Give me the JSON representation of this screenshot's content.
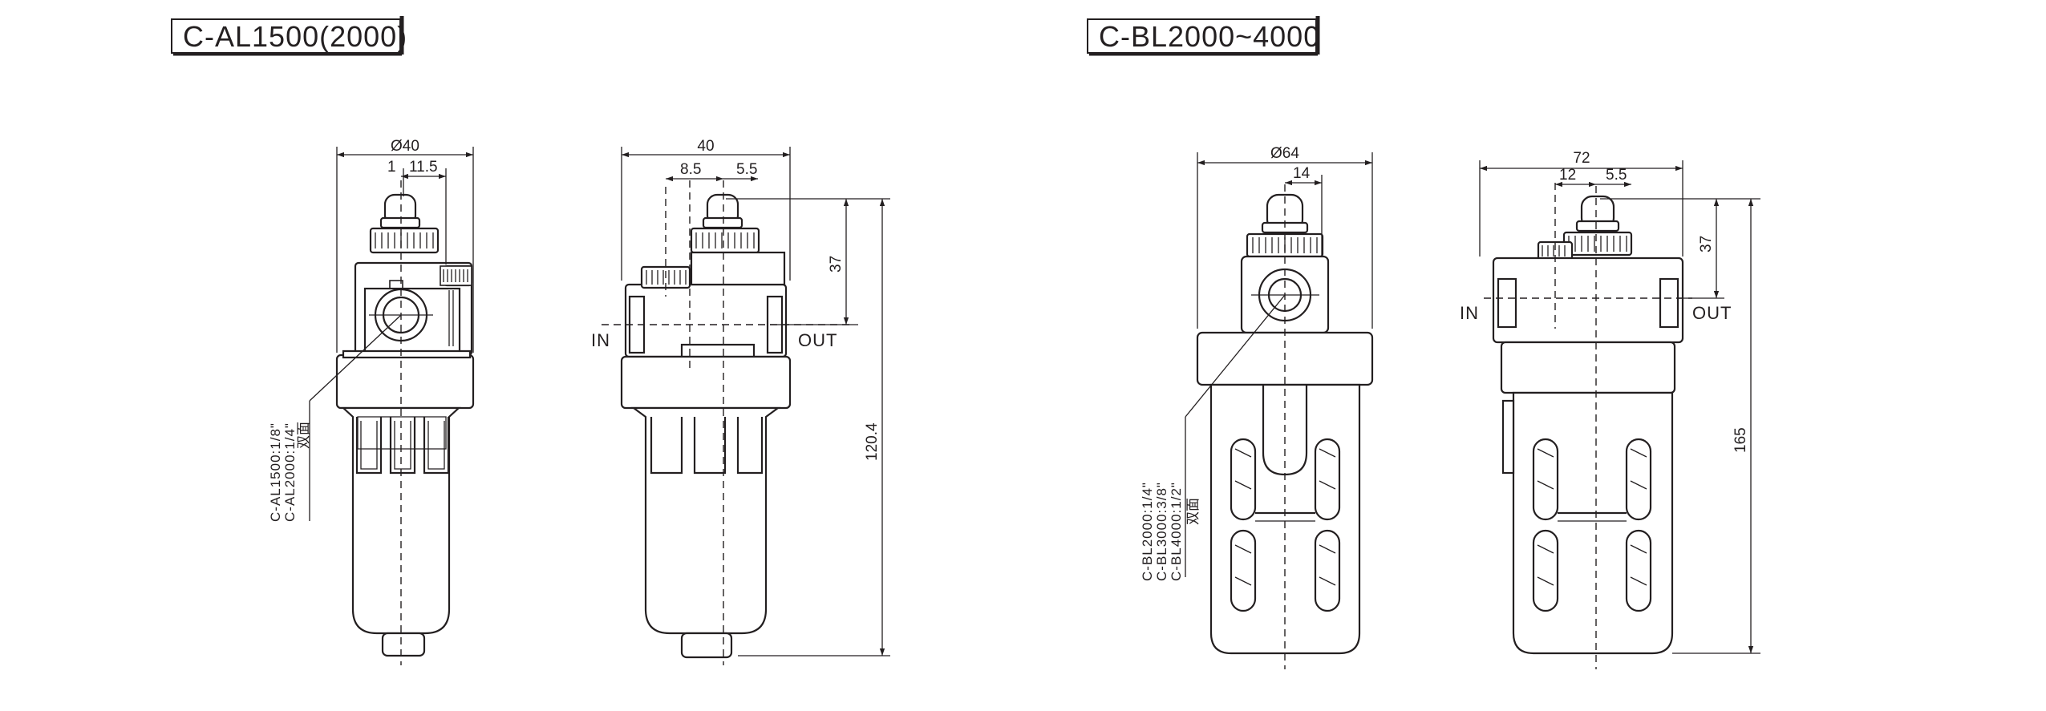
{
  "models": [
    {
      "title": "C-AL1500(2000)",
      "front": {
        "dia": "Ø40",
        "d1": "1",
        "d2": "11.5",
        "note_lines": [
          "C-AL1500:1/8\"",
          "C-AL2000:1/4\"",
          "双面"
        ]
      },
      "side": {
        "width": "40",
        "d1": "8.5",
        "d2": "5.5",
        "h1": "37",
        "h2": "120.4",
        "in_label": "IN",
        "out_label": "OUT"
      }
    },
    {
      "title": "C-BL2000~4000",
      "front": {
        "dia": "Ø64",
        "d1": "14",
        "note_lines": [
          "C-BL2000:1/4\"",
          "C-BL3000:3/8\"",
          "C-BL4000:1/2\"",
          "双面"
        ]
      },
      "side": {
        "width": "72",
        "d1": "12",
        "d2": "5.5",
        "h1": "37",
        "h2": "165",
        "in_label": "IN",
        "out_label": "OUT"
      }
    }
  ]
}
